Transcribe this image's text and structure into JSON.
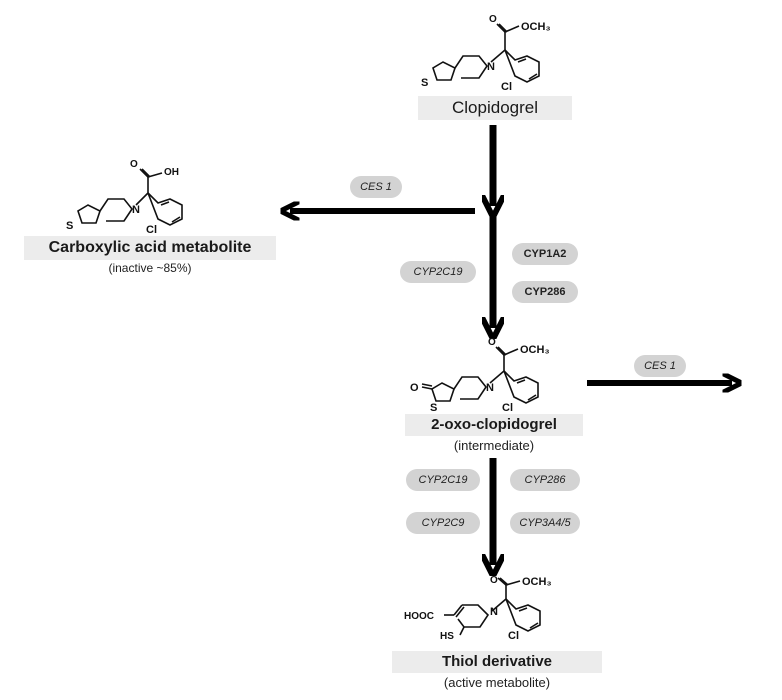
{
  "compounds": {
    "clopidogrel": {
      "name": "Clopidogrel"
    },
    "carboxylic": {
      "name": "Carboxylic acid metabolite",
      "note": "(inactive ~85%)"
    },
    "oxo": {
      "name": "2-oxo-clopidogrel",
      "note": "(intermediate)"
    },
    "thiol": {
      "name": "Thiol derivative",
      "note": "(active metabolite)"
    }
  },
  "enzymes": {
    "ces1_left": "CES 1",
    "ces1_right": "CES 1",
    "step1_cyp2c19": "CYP2C19",
    "step1_cyp1a2": "CYP1A2",
    "step1_cyp2b6": "CYP286",
    "step2_cyp2c19": "CYP2C19",
    "step2_cyp2b6": "CYP286",
    "step2_cyp2c9": "CYP2C9",
    "step2_cyp3a4": "CYP3A4/5"
  },
  "atoms": {
    "o": "O",
    "och3": "OCH₃",
    "oh": "OH",
    "n": "N",
    "s": "S",
    "cl": "Cl",
    "hooc": "HOOC",
    "hs": "HS"
  }
}
